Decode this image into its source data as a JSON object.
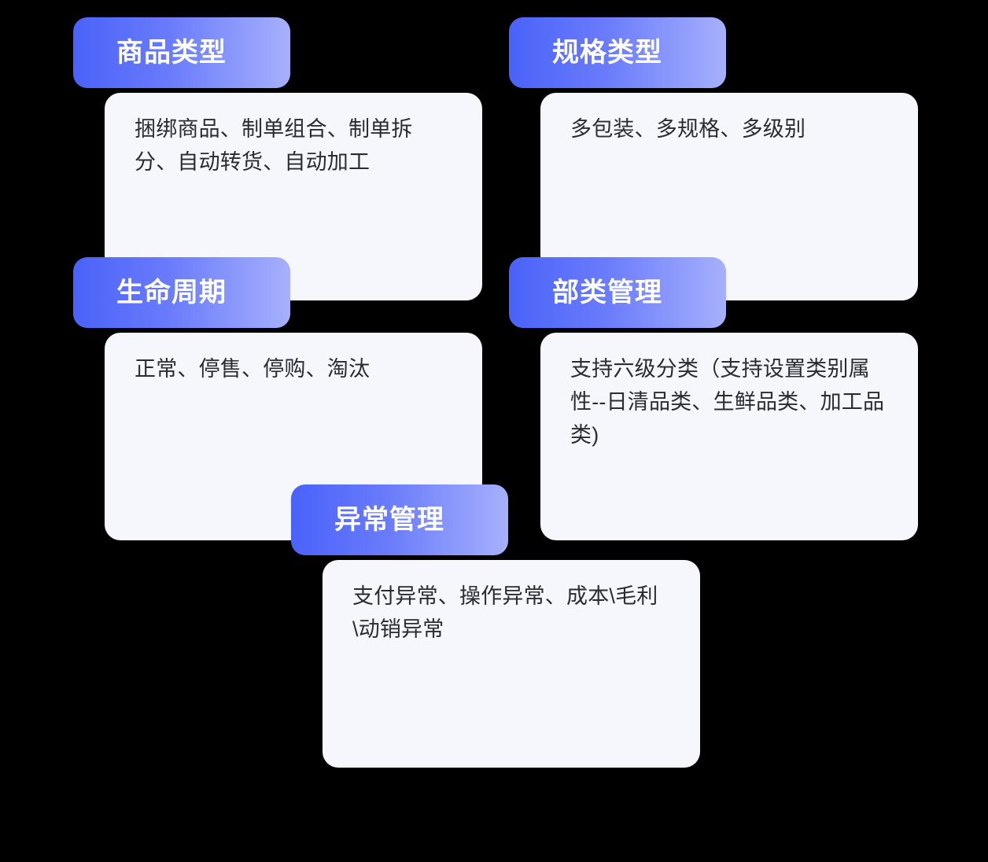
{
  "theme": {
    "page_background": "#000000",
    "card_background": "#F5F7FD",
    "badge_gradient_start": "#4A62FA",
    "badge_gradient_end": "#A6B0FC",
    "badge_text_color": "#FFFFFF",
    "body_text_color": "#2B2B30"
  },
  "cards": [
    {
      "title": "商品类型",
      "description": "捆绑商品、制单组合、制单拆分、自动转货、自动加工"
    },
    {
      "title": "规格类型",
      "description": "多包装、多规格、多级别"
    },
    {
      "title": "生命周期",
      "description": "正常、停售、停购、淘汰"
    },
    {
      "title": "部类管理",
      "description": "支持六级分类（支持设置类别属性--日清品类、生鲜品类、加工品类)"
    },
    {
      "title": "异常管理",
      "description": "支付异常、操作异常、成本\\毛利\\动销异常"
    }
  ]
}
